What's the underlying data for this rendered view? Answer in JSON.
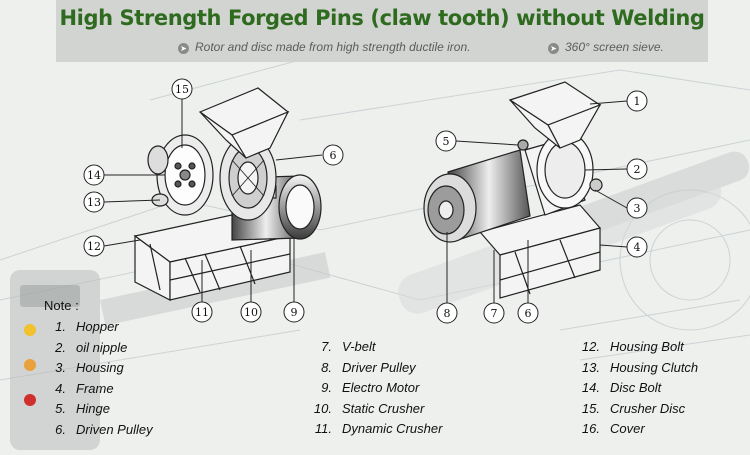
{
  "header": {
    "title": "High Strength Forged Pins (claw tooth) without Welding",
    "features": [
      {
        "icon": "arrow-right-circle-icon",
        "text": "Rotor and disc made from high strength ductile iron."
      },
      {
        "icon": "arrow-right-circle-icon",
        "text": "360° screen sieve."
      }
    ]
  },
  "left_callouts": [
    "15",
    "14",
    "13",
    "12",
    "11",
    "10",
    "9",
    "6"
  ],
  "right_callouts": [
    "5",
    "1",
    "2",
    "3",
    "4",
    "8",
    "7",
    "6"
  ],
  "notes": {
    "title": "Note :",
    "columns": [
      [
        {
          "num": "1.",
          "text": "Hopper"
        },
        {
          "num": "2.",
          "text": "oil nipple"
        },
        {
          "num": "3.",
          "text": "Housing"
        },
        {
          "num": "4.",
          "text": "Frame"
        },
        {
          "num": "5.",
          "text": "Hinge"
        },
        {
          "num": "6.",
          "text": "Driven Pulley"
        }
      ],
      [
        {
          "num": "7.",
          "text": "V-belt"
        },
        {
          "num": "8.",
          "text": "Driver Pulley"
        },
        {
          "num": "9.",
          "text": "Electro Motor"
        },
        {
          "num": "10.",
          "text": "Static Crusher"
        },
        {
          "num": "11.",
          "text": "Dynamic Crusher"
        }
      ],
      [
        {
          "num": "12.",
          "text": "Housing Bolt"
        },
        {
          "num": "13.",
          "text": "Housing Clutch"
        },
        {
          "num": "14.",
          "text": "Disc Bolt"
        },
        {
          "num": "15.",
          "text": "Crusher Disc"
        },
        {
          "num": "16.",
          "text": "Cover"
        }
      ]
    ]
  },
  "colors": {
    "title": "#2e6b1f",
    "banner": "#ced1ce",
    "bullet_dots": [
      "#f2c12e",
      "#e9a23b",
      "#d0302b"
    ]
  }
}
